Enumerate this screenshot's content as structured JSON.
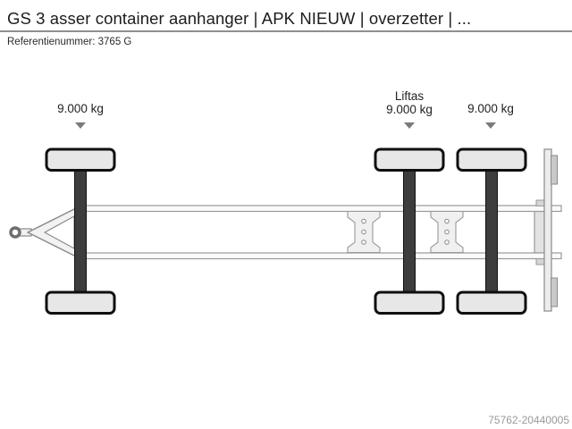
{
  "header": {
    "title": "GS 3 asser container aanhanger | APK NIEUW | overzetter | ...",
    "reference_label": "Referentienummer:",
    "reference_value": "3765 G"
  },
  "diagram": {
    "description": "Top view schematic of a 3-axle drawbar container trailer",
    "pointer_icon": "triangle-down",
    "axles": [
      {
        "name": "front-axle",
        "label": "",
        "load": "9.000 kg"
      },
      {
        "name": "lift-axle",
        "label": "Liftas",
        "load": "9.000 kg"
      },
      {
        "name": "rear-axle",
        "label": "",
        "load": "9.000 kg"
      }
    ]
  },
  "footer": {
    "watermark": "75762-20440005"
  },
  "colors": {
    "background": "#ffffff",
    "title_text": "#1c1c1c",
    "divider": "#8f8f8f",
    "watermark_text": "#9a9a9a",
    "axle_bar": "#3d3d3d",
    "tire_fill": "#e7e7e7",
    "tire_outline": "#0f0f0f",
    "frame_outline": "#8a8a8a",
    "frame_fill": "#f2f2f2",
    "pointer": "#7a7a7a"
  }
}
